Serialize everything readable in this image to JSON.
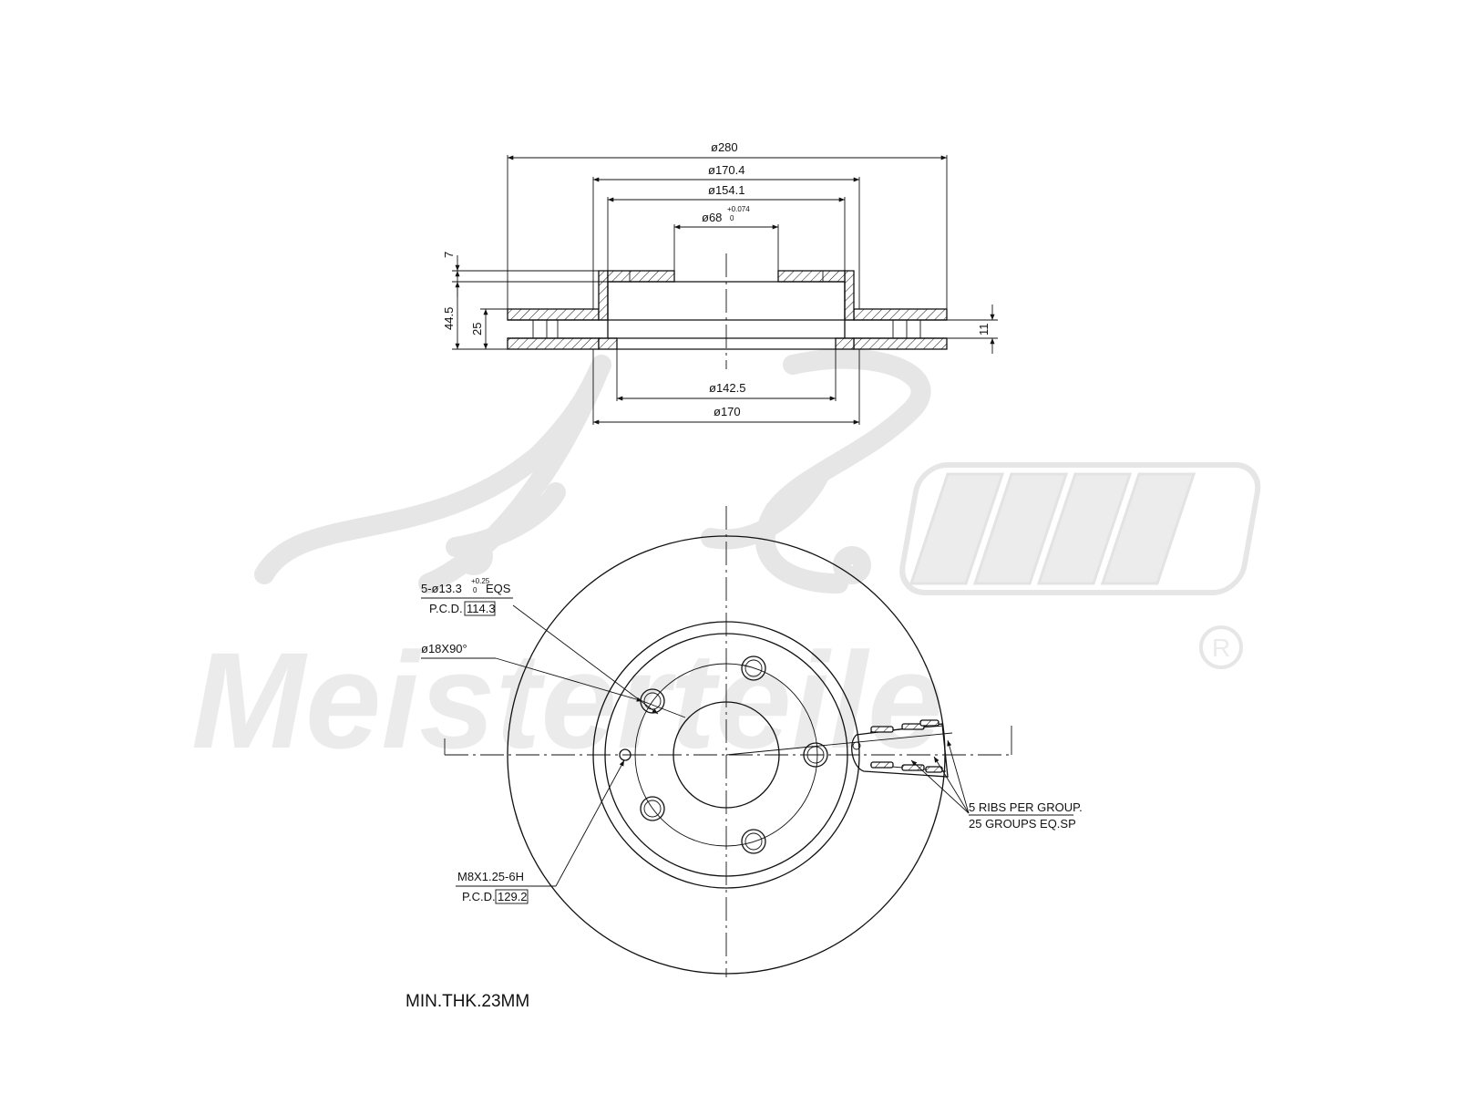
{
  "watermark": {
    "script": "A.L.",
    "brand": "Meisterteile",
    "registered": "R"
  },
  "section_view": {
    "dimensions": {
      "outer_diameter": "ø280",
      "hat_outer": "ø170.4",
      "hat_inner": "ø154.1",
      "center_bore": "ø68",
      "center_bore_tol_upper": "+0.074",
      "center_bore_tol_lower": "0",
      "inner_ring": "ø142.5",
      "hat_base": "ø170",
      "hat_thickness": "7",
      "total_height": "44.5",
      "disc_thickness": "25",
      "vent_gap": "11"
    }
  },
  "front_view": {
    "bolt_holes": {
      "count_diameter": "5-ø13.3",
      "tol_upper": "+0.25",
      "tol_lower": "0",
      "suffix": "EQS",
      "pcd_label": "P.C.D.",
      "pcd_value": "114.3"
    },
    "chamfer": "ø18X90°",
    "thread": {
      "spec": "M8X1.25-6H",
      "pcd_label": "P.C.D.",
      "pcd_value": "129.2"
    },
    "ribs": {
      "line1": "5 RIBS PER GROUP.",
      "line2": "25 GROUPS EQ.SP"
    }
  },
  "min_thickness_note": "MIN.THK.23MM"
}
